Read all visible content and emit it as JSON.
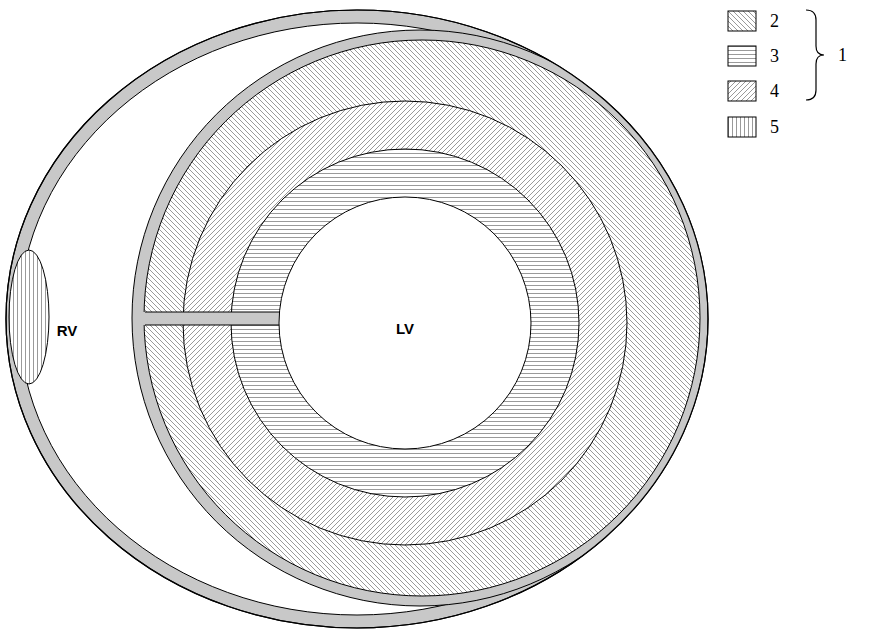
{
  "diagram": {
    "labels": [
      "RV",
      "LV",
      "1"
    ],
    "legend": [
      {
        "text": "2"
      },
      {
        "text": "3"
      },
      {
        "text": "4"
      },
      {
        "text": "5"
      }
    ]
  }
}
